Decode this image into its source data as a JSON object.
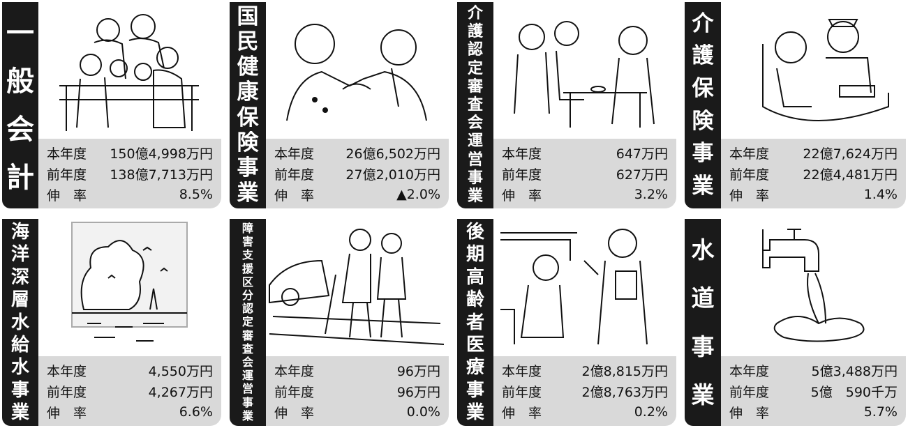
{
  "cards": [
    {
      "title": "一般会計",
      "rows": [
        {
          "label": "本年度",
          "value": "150億4,998万円"
        },
        {
          "label": "前年度",
          "value": "138億7,713万円"
        },
        {
          "label": "伸　率",
          "value": "8.5%"
        }
      ]
    },
    {
      "title": "国民健康保険事業",
      "rows": [
        {
          "label": "本年度",
          "value": "26億6,502万円"
        },
        {
          "label": "前年度",
          "value": "27億2,010万円"
        },
        {
          "label": "伸　率",
          "value": "▲2.0%"
        }
      ]
    },
    {
      "title": "介護認定審査会運営事業",
      "rows": [
        {
          "label": "本年度",
          "value": "647万円"
        },
        {
          "label": "前年度",
          "value": "627万円"
        },
        {
          "label": "伸　率",
          "value": "3.2%"
        }
      ]
    },
    {
      "title": "介護保険事業",
      "rows": [
        {
          "label": "本年度",
          "value": "22億7,624万円"
        },
        {
          "label": "前年度",
          "value": "22億4,481万円"
        },
        {
          "label": "伸　率",
          "value": "1.4%"
        }
      ]
    },
    {
      "title": "海洋深層水給水事業",
      "rows": [
        {
          "label": "本年度",
          "value": "4,550万円"
        },
        {
          "label": "前年度",
          "value": "4,267万円"
        },
        {
          "label": "伸　率",
          "value": "6.6%"
        }
      ]
    },
    {
      "title": "障害支援区分認定審査会運営事業",
      "rows": [
        {
          "label": "本年度",
          "value": "96万円"
        },
        {
          "label": "前年度",
          "value": "96万円"
        },
        {
          "label": "伸　率",
          "value": "0.0%"
        }
      ]
    },
    {
      "title": "後期高齢者医療事業",
      "rows": [
        {
          "label": "本年度",
          "value": "2億8,815万円"
        },
        {
          "label": "前年度",
          "value": "2億8,763万円"
        },
        {
          "label": "伸　率",
          "value": "0.2%"
        }
      ]
    },
    {
      "title": "水道事業",
      "rows": [
        {
          "label": "本年度",
          "value": "5億3,488万円"
        },
        {
          "label": "前年度",
          "value": "5億　590千万"
        },
        {
          "label": "伸　率",
          "value": "5.7%"
        }
      ]
    }
  ]
}
